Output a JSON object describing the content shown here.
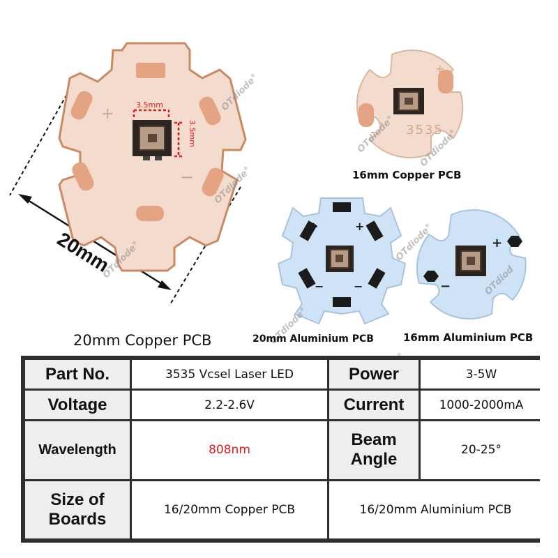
{
  "dimensions": {
    "chip_width": "3.5mm",
    "chip_height": "3.5mm",
    "board_diameter": "20mm"
  },
  "board_marks": {
    "plus": "+",
    "minus": "−",
    "chip_code": "3535"
  },
  "watermark": {
    "text": "OTdiode",
    "registered": "®",
    "alt_text": "OTdiod"
  },
  "captions": {
    "copper_20": "20mm Copper PCB",
    "copper_16": "16mm Copper PCB",
    "aluminium_20": "20mm Aluminium PCB",
    "aluminium_16": "16mm Aluminium PCB"
  },
  "spec_table": {
    "rows": [
      {
        "label1": "Part No.",
        "value1": "3535 Vcsel Laser LED",
        "label2": "Power",
        "value2": "3-5W"
      },
      {
        "label1": "Voltage",
        "value1": "2.2-2.6V",
        "label2": "Current",
        "value2": "1000-2000mA"
      },
      {
        "label1": "Wavelength",
        "value1": "808nm",
        "label2": "Beam Angle",
        "value2": "20-25°"
      },
      {
        "label1": "Size of Boards",
        "value1": "16/20mm Copper PCB",
        "value2": "16/20mm Aluminium PCB"
      }
    ]
  },
  "colors": {
    "copper_board": "#f3dccd",
    "copper_pad": "#e4a382",
    "aluminium_board": "#cfe3f7",
    "aluminium_pad": "#1b1b1b",
    "dimension_red": "#e01b1b",
    "table_border": "#2e2e2e",
    "wavelength_value": "#e01b1b"
  }
}
